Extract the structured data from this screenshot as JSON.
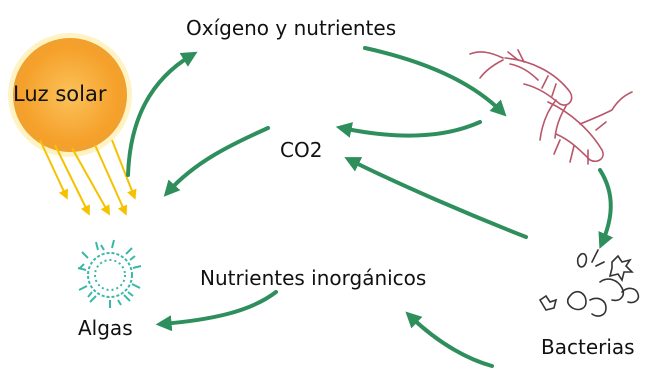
{
  "labels": {
    "sun": "Luz solar",
    "oxygen": "Oxígeno y nutrientes",
    "co2": "CO2",
    "nutrients": "Nutrientes inorgánicos",
    "algae": "Algas",
    "bacteria": "Bacterias"
  },
  "colors": {
    "sun_fill": "#f7a531",
    "sun_glow": "#fff0b3",
    "sun_rays": "#f6c200",
    "arrow": "#2e8f5c",
    "algae": "#39b8a8",
    "shrimp": "#b9566a",
    "bacteria_ink": "#333333"
  },
  "icons": {
    "sun": "sun-icon",
    "algae": "algae-icon",
    "shrimp": "shrimp-icon",
    "bacteria": "bacteria-icon"
  }
}
